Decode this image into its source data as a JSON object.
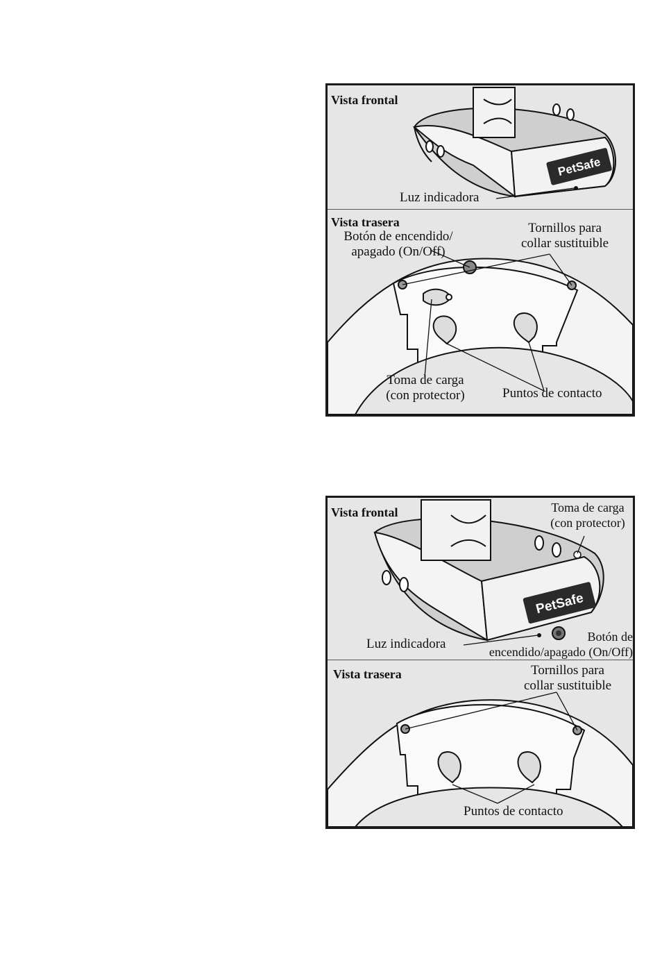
{
  "figure1": {
    "front_title": "Vista frontal",
    "back_title": "Vista trasera",
    "brand": "PetSafe",
    "indicator_light": "Luz indicadora",
    "power_button": [
      "Botón de encendido/",
      "apagado (On/Off)"
    ],
    "screws": [
      "Tornillos para",
      "collar sustituible"
    ],
    "charge_port": [
      "Toma de carga",
      "(con protector)"
    ],
    "contact_points": "Puntos de contacto"
  },
  "figure2": {
    "front_title": "Vista frontal",
    "back_title": "Vista trasera",
    "brand": "PetSafe",
    "charge_port": [
      "Toma de carga",
      "(con protector)"
    ],
    "indicator_light": "Luz indicadora",
    "power_button": [
      "Botón de",
      "encendido/apagado (On/Off)"
    ],
    "screws": [
      "Tornillos para",
      "collar sustituible"
    ],
    "contact_points": "Puntos de contacto"
  }
}
